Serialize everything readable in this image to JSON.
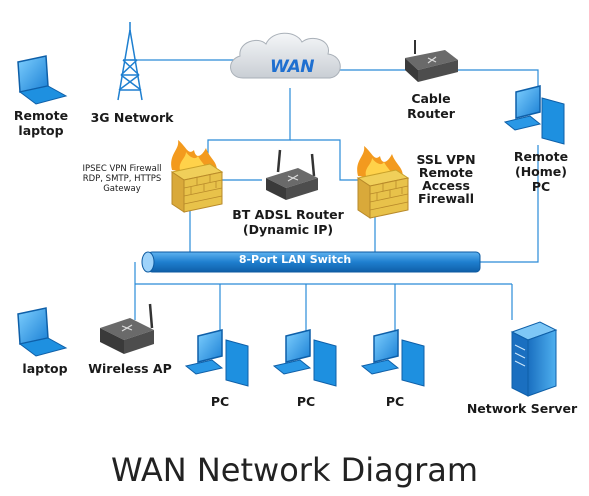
{
  "title": "WAN Network Diagram",
  "cloud_label": "WAN",
  "switch_label": "8-Port LAN Switch",
  "nodes": {
    "remote_laptop": "Remote\nlaptop",
    "network_3g": "3G Network",
    "cable_router": "Cable\nRouter",
    "remote_home_pc": "Remote\n(Home)\nPC",
    "firewall_left_note": "IPSEC VPN Firewall\nRDP, SMTP, HTTPS\nGateway",
    "bt_router": "BT ADSL Router\n(Dynamic IP)",
    "firewall_right": "SSL VPN\nRemote\nAccess\nFirewall",
    "laptop": "laptop",
    "wireless_ap": "Wireless AP",
    "pc1": "PC",
    "pc2": "PC",
    "pc3": "PC",
    "network_server": "Network Server"
  },
  "colors": {
    "line": "#2a8bd8",
    "switch": "#1f7fcf",
    "device_blue": "#1e90e0",
    "router_dark": "#3a3a3a",
    "fire": "#f39a1e",
    "brick": "#e8c24a"
  }
}
